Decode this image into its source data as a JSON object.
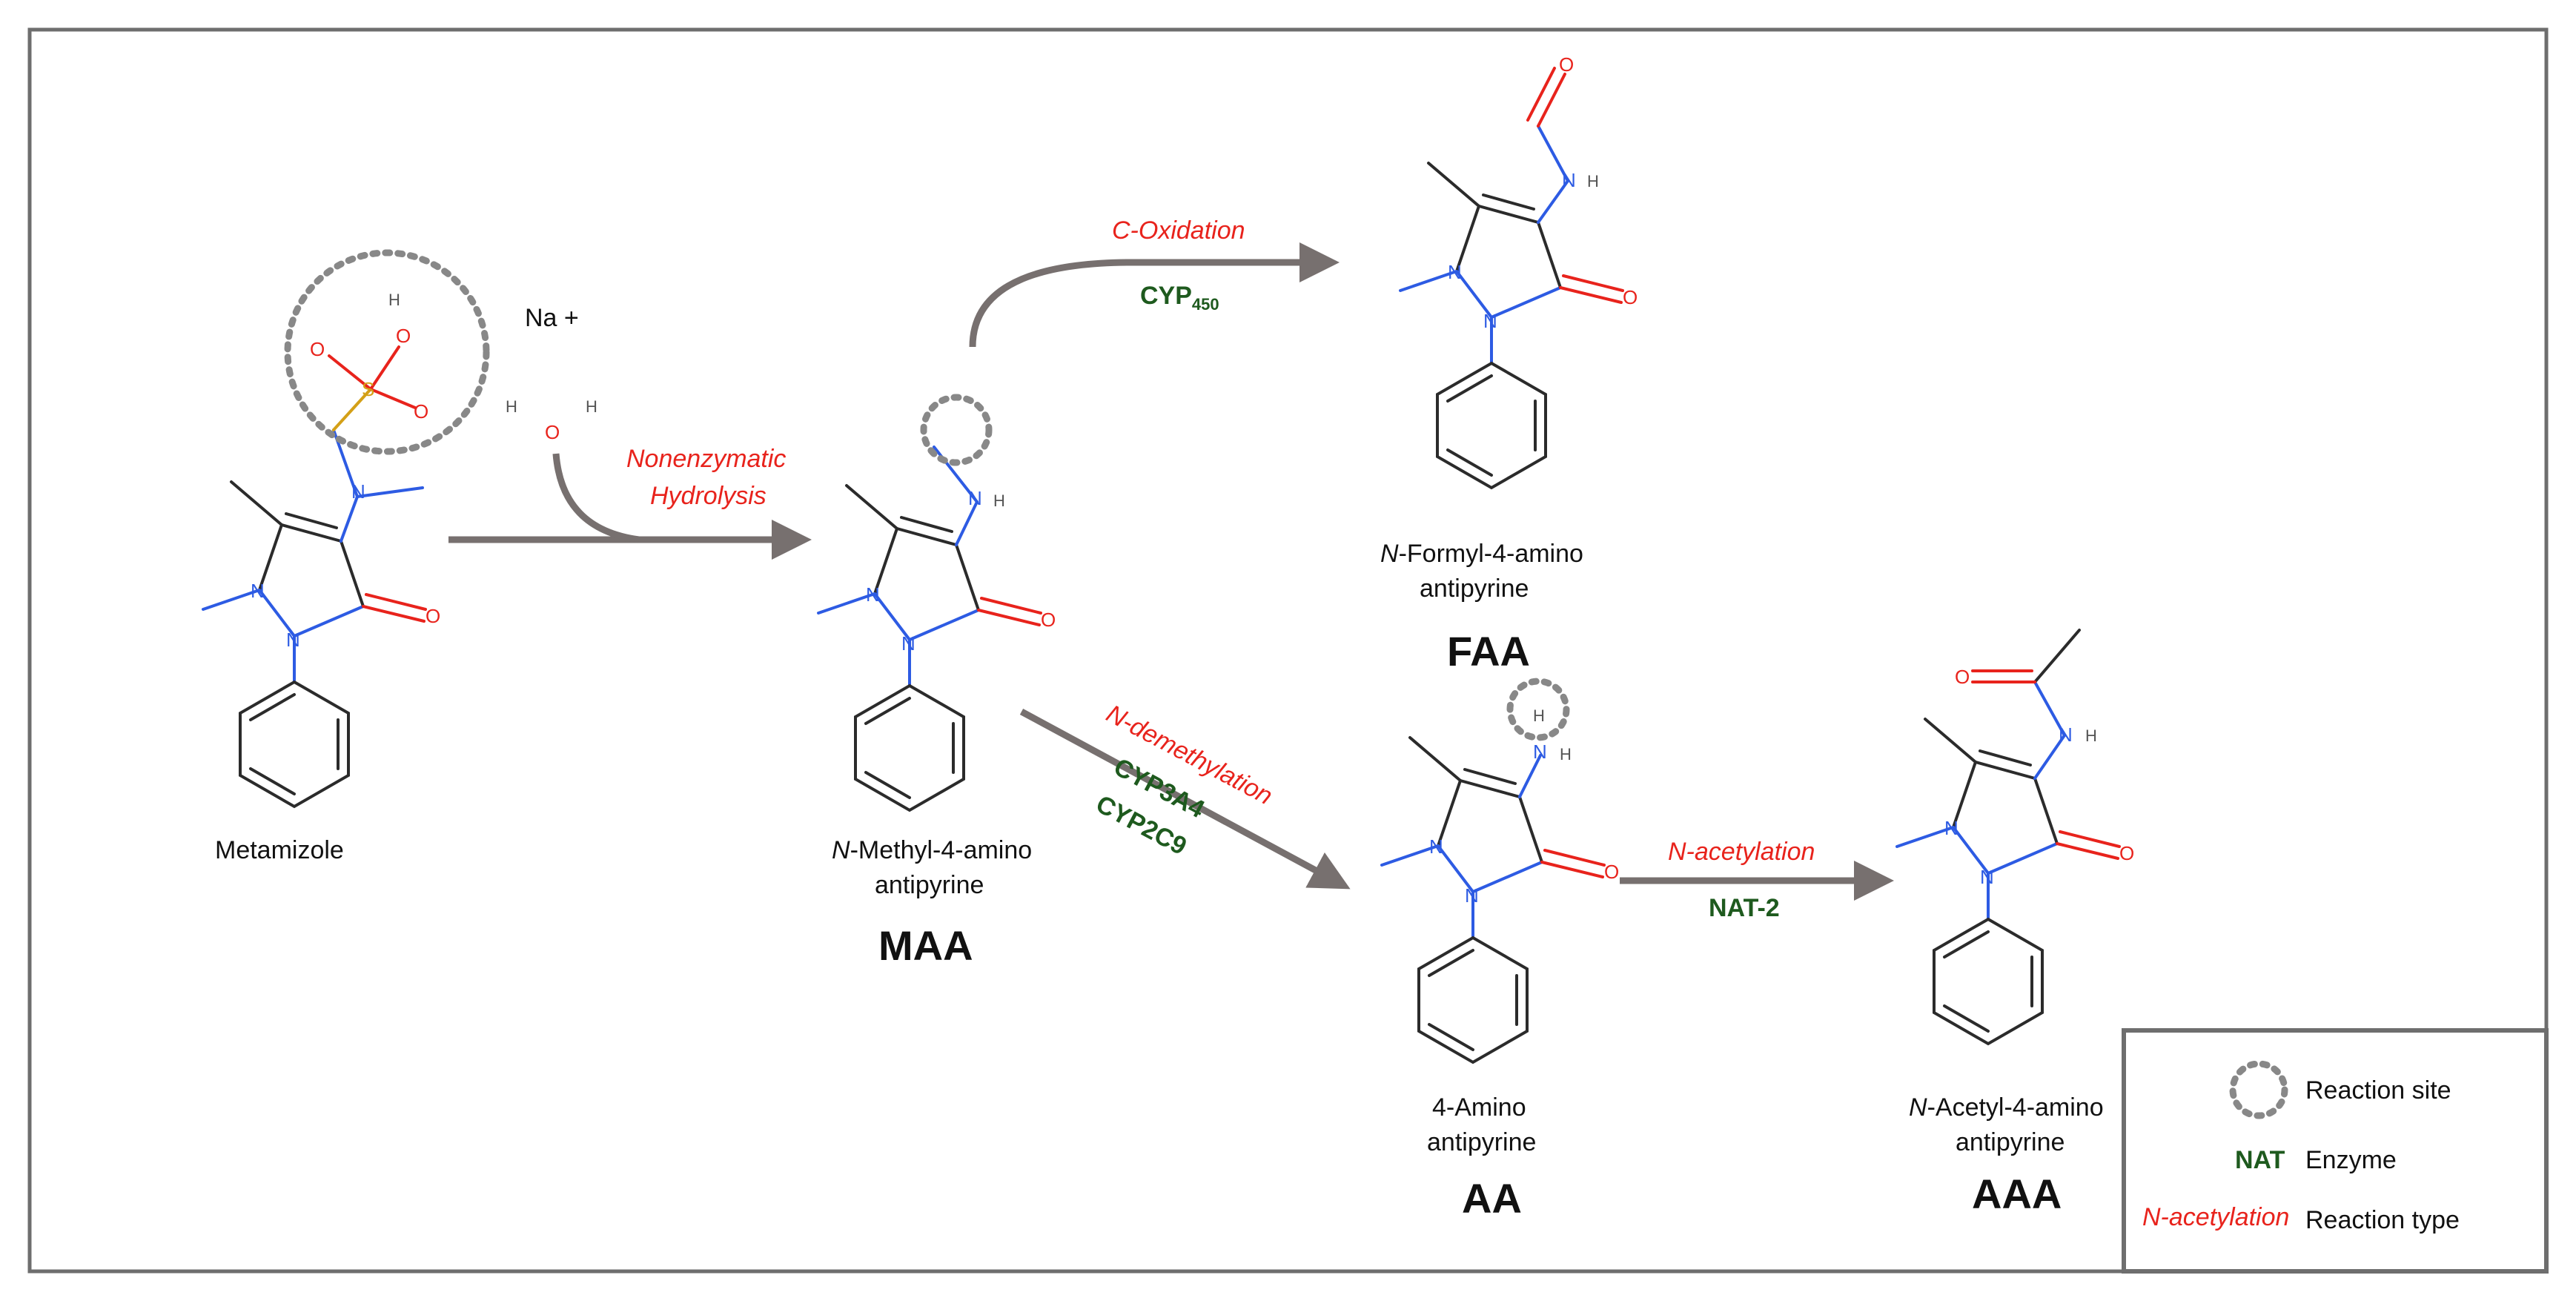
{
  "compounds": {
    "metamizole": {
      "name": "Metamizole",
      "counterion": "Na +"
    },
    "maa": {
      "name_italic": "N",
      "name_rest": "-Methyl-4-amino",
      "name_line2": "antipyrine",
      "abbr": "MAA"
    },
    "faa": {
      "name_italic": "N",
      "name_rest": "-Formyl-4-amino",
      "name_line2": "antipyrine",
      "abbr": "FAA"
    },
    "aa": {
      "name_line1": "4-Amino",
      "name_line2": "antipyrine",
      "abbr": "AA"
    },
    "aaa": {
      "name_italic": "N",
      "name_rest": "-Acetyl-4-amino",
      "name_line2": "antipyrine",
      "abbr": "AAA"
    }
  },
  "reactions": {
    "hydrolysis": {
      "type_line1": "Nonenzymatic",
      "type_line2": "Hydrolysis"
    },
    "oxidation": {
      "type": "C-Oxidation",
      "enzyme_main": "CYP",
      "enzyme_sub": "450"
    },
    "demethylation": {
      "type": "N-demethylation",
      "enzyme1": "CYP3A4",
      "enzyme2": "CYP2C9"
    },
    "acetylation": {
      "type": "N-acetylation",
      "enzyme": "NAT-2"
    }
  },
  "atoms": {
    "N": "N",
    "O": "O",
    "S": "S",
    "H": "H"
  },
  "legend": {
    "site_label": "Reaction site",
    "enzyme_example": "NAT",
    "enzyme_label": "Enzyme",
    "type_example": "N-acetylation",
    "type_label": "Reaction type"
  },
  "colors": {
    "reaction": "#e8231c",
    "enzyme": "#1e5a1e",
    "nitrogen": "#2d5be3",
    "oxygen": "#e8231c",
    "sulfur": "#d4a017",
    "arrow": "#77706f"
  }
}
